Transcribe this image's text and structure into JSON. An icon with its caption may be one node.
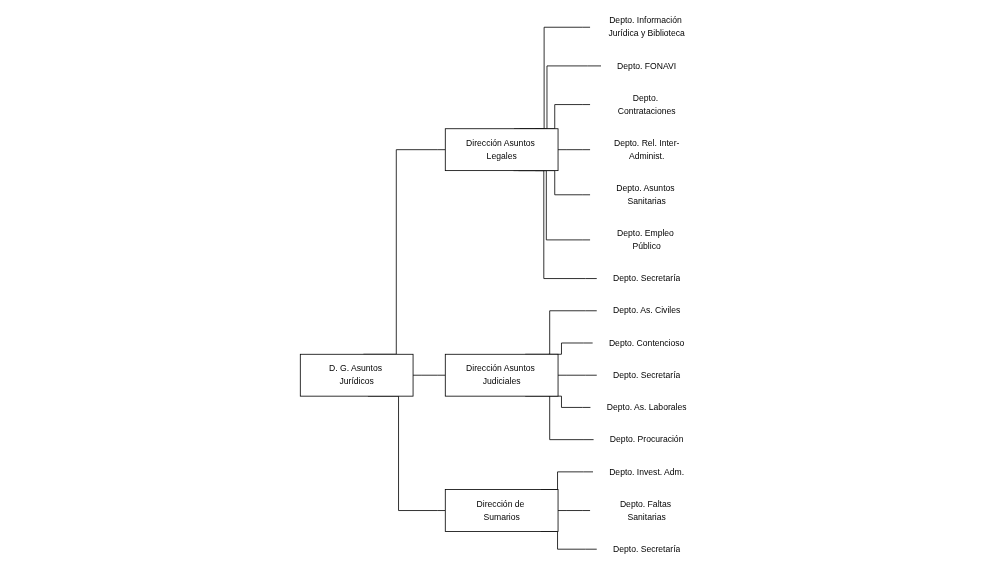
{
  "diagram": {
    "nodes": [
      {
        "text": [
          "D. G. Asuntos Jurídicos"
        ]
      },
      {
        "text": [
          "Dirección Asuntos Legales"
        ]
      },
      {
        "text": [
          "Dirección Asuntos Judiciales"
        ]
      },
      {
        "text": [
          "Dirección de Sumarios"
        ]
      },
      {
        "text": [
          "Depto. Información Jurídica y Biblioteca"
        ]
      },
      {
        "text": [
          "Depto. FONAVI"
        ]
      },
      {
        "text": [
          "Depto. Contrataciones"
        ]
      },
      {
        "text": [
          "Depto. Rel. Inter-Administ."
        ]
      },
      {
        "text": [
          "Depto. Asuntos Sanitarias"
        ]
      },
      {
        "text": [
          "Depto. Empleo Público"
        ]
      },
      {
        "text": [
          "Depto. Secretaría"
        ]
      },
      {
        "text": [
          "Depto. As. Civiles"
        ]
      },
      {
        "text": [
          "Depto. Contencioso"
        ]
      },
      {
        "text": [
          "Depto. Secretaría"
        ]
      },
      {
        "text": [
          "Depto. As. Laborales"
        ]
      },
      {
        "text": [
          "Depto. Procuración"
        ]
      },
      {
        "text": [
          "Depto. Invest. Adm."
        ]
      },
      {
        "text": [
          "Depto. Faltas Sanitarias"
        ]
      },
      {
        "text": [
          "Depto. Secretaría"
        ]
      }
    ],
    "edges": [
      {
        "from": 0,
        "to": 1,
        "arrow": "none"
      },
      {
        "from": 0,
        "to": 2,
        "arrow": "none"
      },
      {
        "from": 0,
        "to": 3,
        "arrow": "none"
      },
      {
        "from": 1,
        "to": 4,
        "arrow": "none"
      },
      {
        "from": 1,
        "to": 5,
        "arrow": "none"
      },
      {
        "from": 1,
        "to": 6,
        "arrow": "none"
      },
      {
        "from": 1,
        "to": 7,
        "arrow": "none"
      },
      {
        "from": 1,
        "to": 8,
        "arrow": "none"
      },
      {
        "from": 1,
        "to": 9,
        "arrow": "none"
      },
      {
        "from": 1,
        "to": 10,
        "arrow": "none"
      },
      {
        "from": 2,
        "to": 11,
        "arrow": "none"
      },
      {
        "from": 2,
        "to": 12,
        "arrow": "none"
      },
      {
        "from": 2,
        "to": 13,
        "arrow": "none"
      },
      {
        "from": 2,
        "to": 14,
        "arrow": "none"
      },
      {
        "from": 2,
        "to": 15,
        "arrow": "none"
      },
      {
        "from": 3,
        "to": 16,
        "arrow": "none"
      },
      {
        "from": 3,
        "to": 17,
        "arrow": "none"
      },
      {
        "from": 3,
        "to": 18,
        "arrow": "none"
      }
    ]
  }
}
